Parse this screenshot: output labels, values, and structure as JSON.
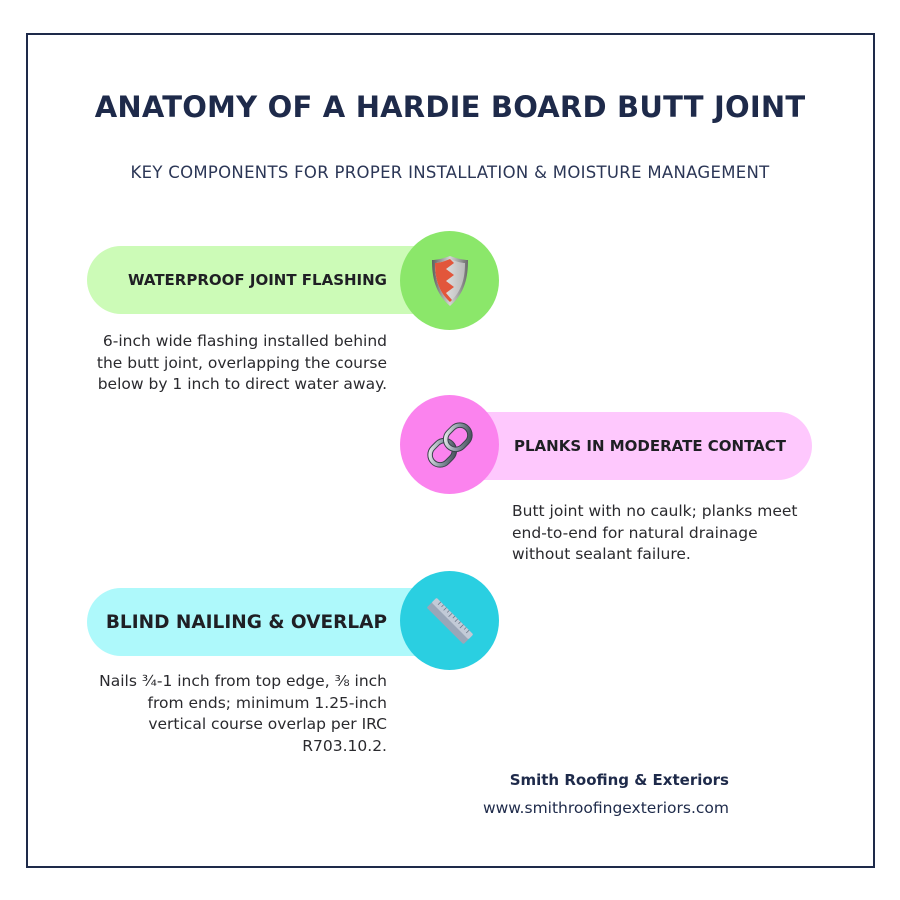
{
  "header": {
    "title": "ANATOMY OF A HARDIE BOARD BUTT JOINT",
    "subtitle": "KEY COMPONENTS FOR PROPER INSTALLATION & MOISTURE MANAGEMENT"
  },
  "colors": {
    "border": "#1e2a4a",
    "title": "#1e2a4a",
    "section_1_pill": "#ccfbb7",
    "section_1_circle": "#8be76a",
    "section_2_pill": "#fec8fd",
    "section_2_circle": "#fb83ee",
    "section_3_pill": "#aef9fb",
    "section_3_circle": "#2acfe1"
  },
  "sections": [
    {
      "heading": "WATERPROOF JOINT FLASHING",
      "icon": "shield-icon",
      "description": "6-inch wide flashing installed behind the butt joint, overlapping the course below by 1 inch to direct water away."
    },
    {
      "heading": "PLANKS IN MODERATE CONTACT",
      "icon": "chain-link-icon",
      "description": "Butt joint with no caulk; planks meet end-to-end for natural drainage without sealant failure."
    },
    {
      "heading": "BLIND NAILING & OVERLAP",
      "icon": "ruler-icon",
      "description": "Nails ¾-1 inch from top edge, ⅜ inch from ends; minimum 1.25-inch vertical course overlap per IRC R703.10.2."
    }
  ],
  "footer": {
    "company": "Smith Roofing & Exteriors",
    "website": "www.smithroofingexteriors.com"
  }
}
